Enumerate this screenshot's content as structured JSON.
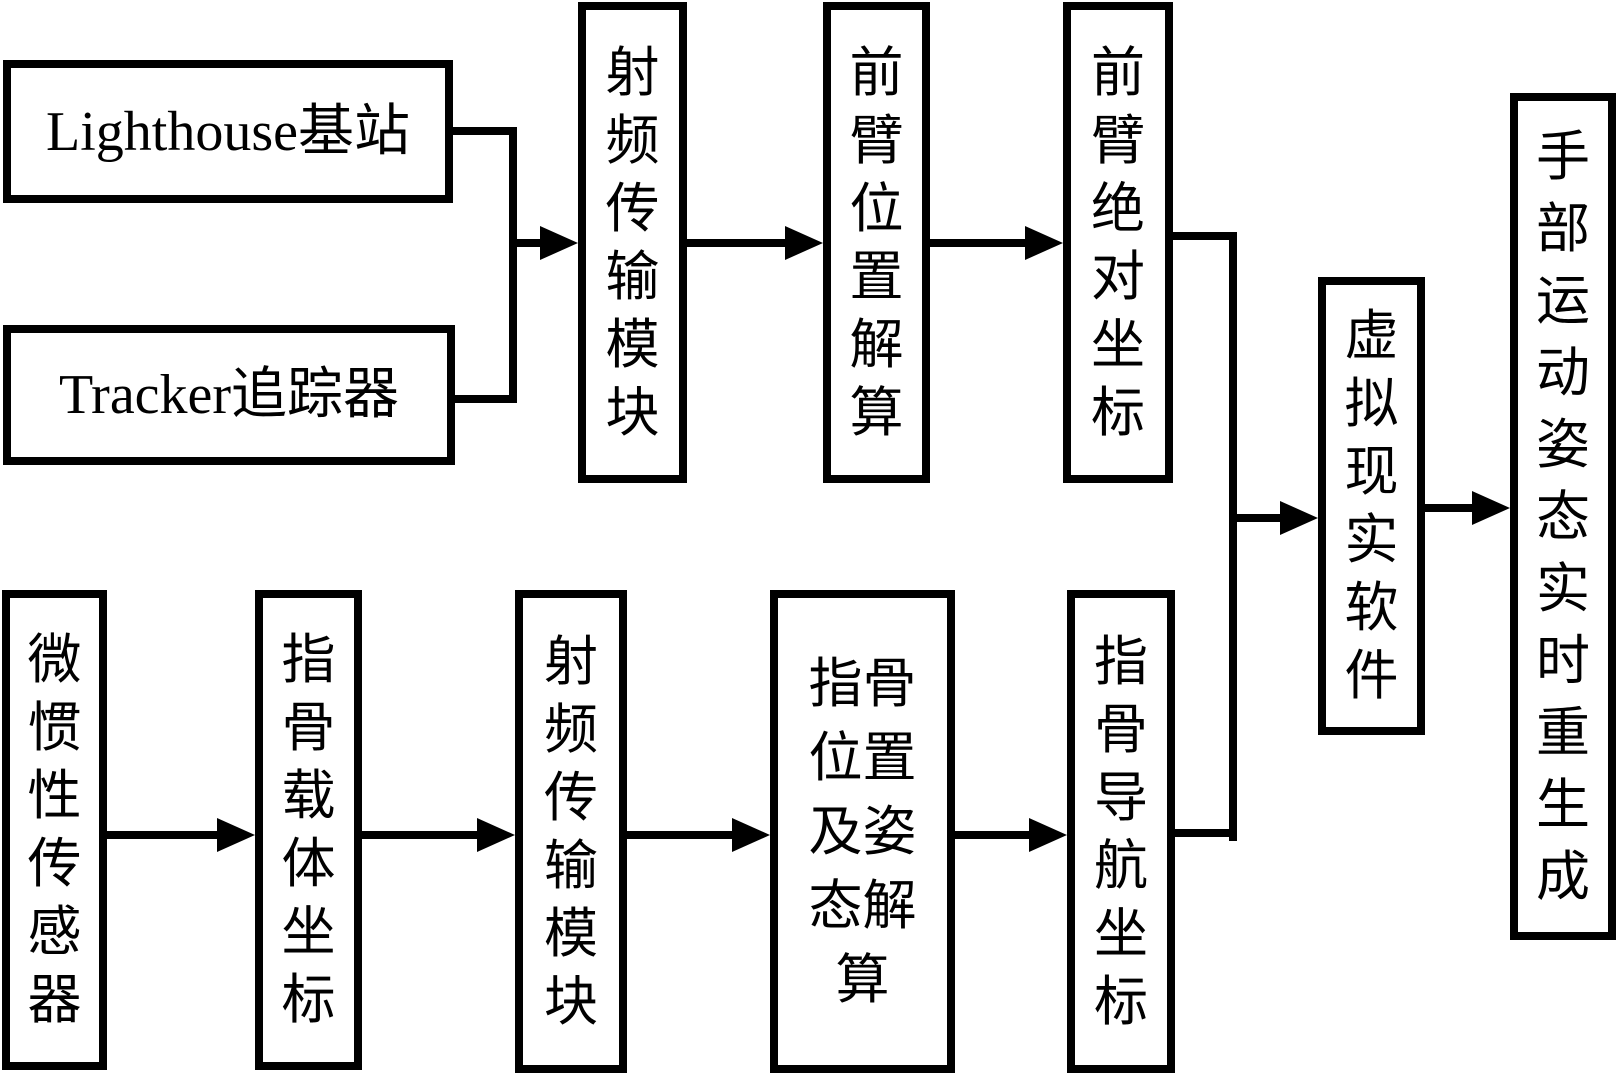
{
  "diagram": {
    "title": "hand-motion-capture-system-flowchart",
    "background_color": "#ffffff",
    "line_color": "#000000",
    "nodes": {
      "lighthouse": {
        "label": "Lighthouse基站"
      },
      "tracker": {
        "label": "Tracker追踪器"
      },
      "rf_top": {
        "label": "射频传输模块"
      },
      "forearm_position": {
        "label": "前臂位置解算"
      },
      "forearm_abs": {
        "label": "前臂绝对坐标"
      },
      "imu": {
        "label": "微惯性传感器"
      },
      "phalanx_carrier": {
        "label": "指骨载体坐标"
      },
      "rf_bottom": {
        "label": "射频传输模块"
      },
      "phalanx_pose": {
        "label": "指骨位置及姿态解算"
      },
      "phalanx_nav": {
        "label": "指骨导航坐标"
      },
      "vr_software": {
        "label": "虚拟现实软件"
      },
      "hand_output": {
        "label": "手部运动姿态实时重生成"
      }
    },
    "edges": [
      "lighthouse -> rf_top",
      "tracker -> rf_top",
      "rf_top -> forearm_position",
      "forearm_position -> forearm_abs",
      "forearm_abs -> vr_software",
      "imu -> phalanx_carrier",
      "phalanx_carrier -> rf_bottom",
      "rf_bottom -> phalanx_pose",
      "phalanx_pose -> phalanx_nav",
      "phalanx_nav -> vr_software",
      "vr_software -> hand_output"
    ]
  }
}
